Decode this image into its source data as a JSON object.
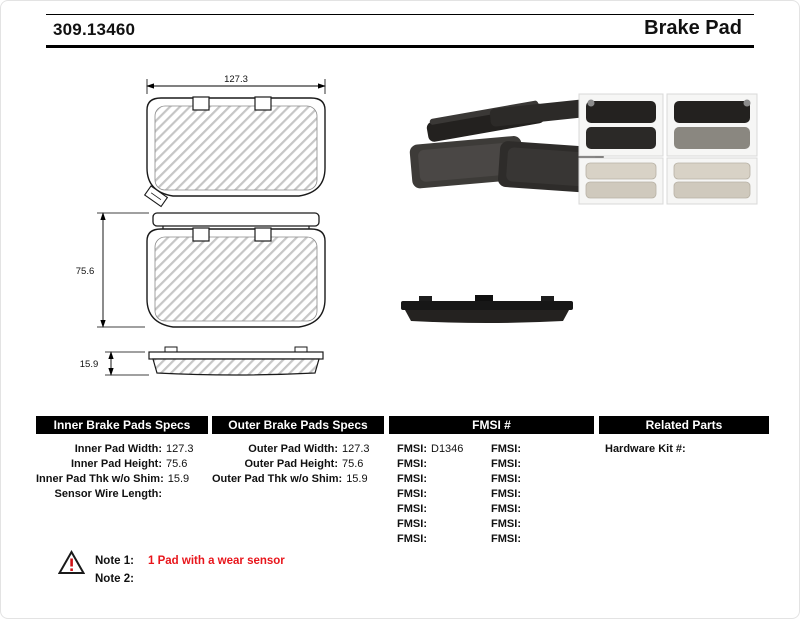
{
  "header": {
    "part_number": "309.13460",
    "product_title": "Brake Pad"
  },
  "drawing": {
    "width_dim": "127.3",
    "height_dim": "75.6",
    "thickness_dim": "15.9"
  },
  "spec_tables": {
    "inner": {
      "title": "Inner Brake Pads Specs",
      "rows": [
        {
          "label": "Inner Pad Width:",
          "value": "127.3"
        },
        {
          "label": "Inner Pad Height:",
          "value": "75.6"
        },
        {
          "label": "Inner Pad Thk w/o Shim:",
          "value": "15.9"
        },
        {
          "label": "Sensor Wire Length:",
          "value": ""
        }
      ]
    },
    "outer": {
      "title": "Outer Brake Pads Specs",
      "rows": [
        {
          "label": "Outer Pad Width:",
          "value": "127.3"
        },
        {
          "label": "Outer Pad Height:",
          "value": "75.6"
        },
        {
          "label": "Outer Pad Thk w/o Shim:",
          "value": "15.9"
        }
      ]
    },
    "fmsi": {
      "title": "FMSI #",
      "rows": [
        {
          "label1": "FMSI:",
          "value1": "D1346",
          "label2": "FMSI:",
          "value2": ""
        },
        {
          "label1": "FMSI:",
          "value1": "",
          "label2": "FMSI:",
          "value2": ""
        },
        {
          "label1": "FMSI:",
          "value1": "",
          "label2": "FMSI:",
          "value2": ""
        },
        {
          "label1": "FMSI:",
          "value1": "",
          "label2": "FMSI:",
          "value2": ""
        },
        {
          "label1": "FMSI:",
          "value1": "",
          "label2": "FMSI:",
          "value2": ""
        },
        {
          "label1": "FMSI:",
          "value1": "",
          "label2": "FMSI:",
          "value2": ""
        },
        {
          "label1": "FMSI:",
          "value1": "",
          "label2": "FMSI:",
          "value2": ""
        }
      ]
    },
    "related": {
      "title": "Related Parts",
      "rows": [
        {
          "label": "Hardware Kit #:",
          "value": ""
        }
      ]
    }
  },
  "notes": {
    "note1_label": "Note 1:",
    "note1_text": "1 Pad with a wear sensor",
    "note2_label": "Note 2:",
    "note2_text": ""
  },
  "colors": {
    "note_red": "#e8151b",
    "header_bg": "#000000"
  }
}
